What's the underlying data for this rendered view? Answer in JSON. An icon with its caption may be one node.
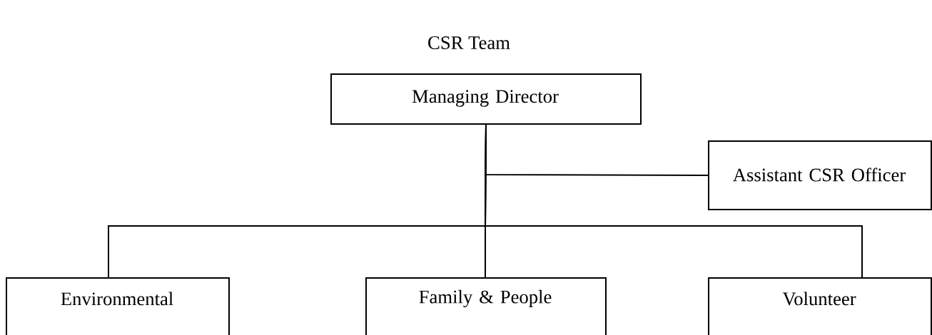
{
  "diagram": {
    "title": "CSR Team",
    "nodes": [
      {
        "text": [
          "Managing Director"
        ]
      },
      {
        "text": [
          "Assistant CSR Officer"
        ]
      },
      {
        "text": [
          "Environmental"
        ]
      },
      {
        "text": [
          "Family & People"
        ]
      },
      {
        "text": [
          "Volunteer"
        ]
      }
    ],
    "edges": [
      {
        "from": 0,
        "to": 1,
        "arrow": "none"
      },
      {
        "from": 0,
        "to": 2,
        "arrow": "none"
      },
      {
        "from": 0,
        "to": 3,
        "arrow": "none"
      },
      {
        "from": 0,
        "to": 4,
        "arrow": "none"
      }
    ]
  }
}
